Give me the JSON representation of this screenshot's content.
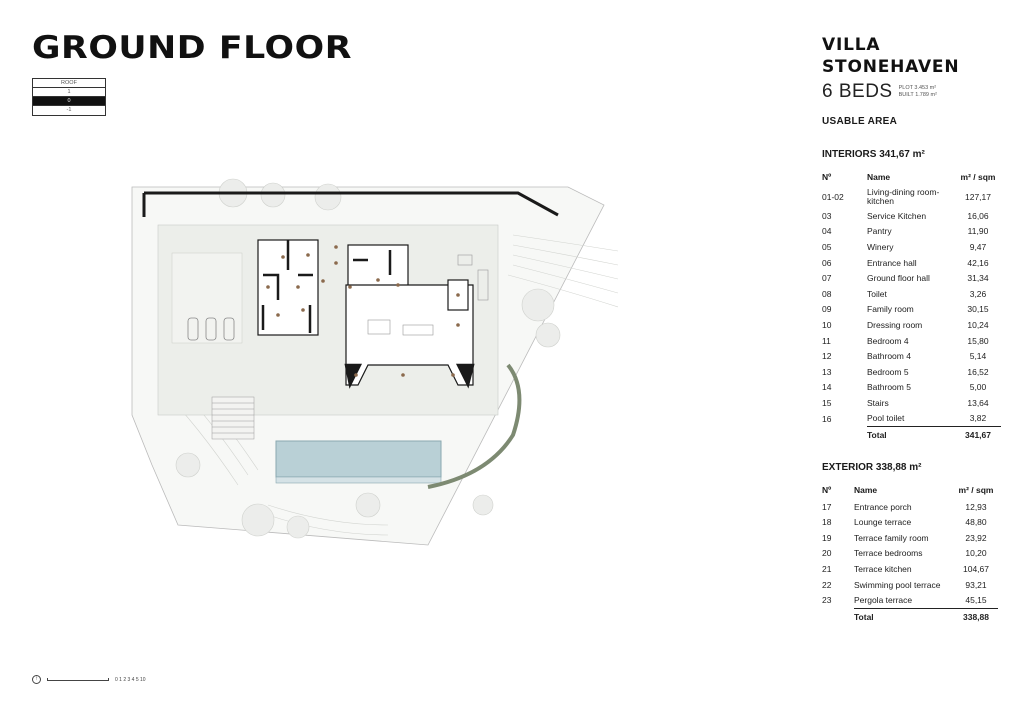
{
  "page": {
    "title": "GROUND FLOOR",
    "levels": [
      "ROOF",
      "1",
      "0",
      "-1"
    ],
    "active_level": "0"
  },
  "villa": {
    "name_line1": "VILLA",
    "name_line2": "STONEHAVEN",
    "beds": "6 BEDS",
    "plot": "PLOT 3.453 m²",
    "built": "BUILT 1.789 m²"
  },
  "usable_area_title": "USABLE AREA",
  "interiors": {
    "heading": "INTERIORS 341,67 m²",
    "col_num": "Nº",
    "col_name": "Name",
    "col_area": "m² / sqm",
    "rows": [
      {
        "num": "01-02",
        "name": "Living-dining room-kitchen",
        "area": "127,17"
      },
      {
        "num": "03",
        "name": "Service Kitchen",
        "area": "16,06"
      },
      {
        "num": "04",
        "name": "Pantry",
        "area": "11,90"
      },
      {
        "num": "05",
        "name": "Winery",
        "area": "9,47"
      },
      {
        "num": "06",
        "name": "Entrance hall",
        "area": "42,16"
      },
      {
        "num": "07",
        "name": "Ground floor hall",
        "area": "31,34"
      },
      {
        "num": "08",
        "name": "Toilet",
        "area": "3,26"
      },
      {
        "num": "09",
        "name": "Family room",
        "area": "30,15"
      },
      {
        "num": "10",
        "name": "Dressing room",
        "area": "10,24"
      },
      {
        "num": "11",
        "name": "Bedroom 4",
        "area": "15,80"
      },
      {
        "num": "12",
        "name": "Bathroom 4",
        "area": "5,14"
      },
      {
        "num": "13",
        "name": "Bedroom 5",
        "area": "16,52"
      },
      {
        "num": "14",
        "name": "Bathroom 5",
        "area": "5,00"
      },
      {
        "num": "15",
        "name": "Stairs",
        "area": "13,64"
      },
      {
        "num": "16",
        "name": "Pool toilet",
        "area": "3,82"
      }
    ],
    "total_label": "Total",
    "total_value": "341,67"
  },
  "exterior": {
    "heading": "EXTERIOR 338,88 m²",
    "col_num": "Nº",
    "col_name": "Name",
    "col_area": "m² / sqm",
    "rows": [
      {
        "num": "17",
        "name": "Entrance porch",
        "area": "12,93"
      },
      {
        "num": "18",
        "name": "Lounge terrace",
        "area": "48,80"
      },
      {
        "num": "19",
        "name": "Terrace family room",
        "area": "23,92"
      },
      {
        "num": "20",
        "name": "Terrace bedrooms",
        "area": "10,20"
      },
      {
        "num": "21",
        "name": "Terrace kitchen",
        "area": "104,67"
      },
      {
        "num": "22",
        "name": "Swimming pool terrace",
        "area": "93,21"
      },
      {
        "num": "23",
        "name": "Pergola terrace",
        "area": "45,15"
      }
    ],
    "total_label": "Total",
    "total_value": "338,88"
  },
  "scale": {
    "label": "0 1 2 3 4 5 10"
  },
  "colors": {
    "pool": "#b9d0d6",
    "hedge": "#7d8a72",
    "wall": "#1a1a1a",
    "paving": "#eceeea"
  }
}
